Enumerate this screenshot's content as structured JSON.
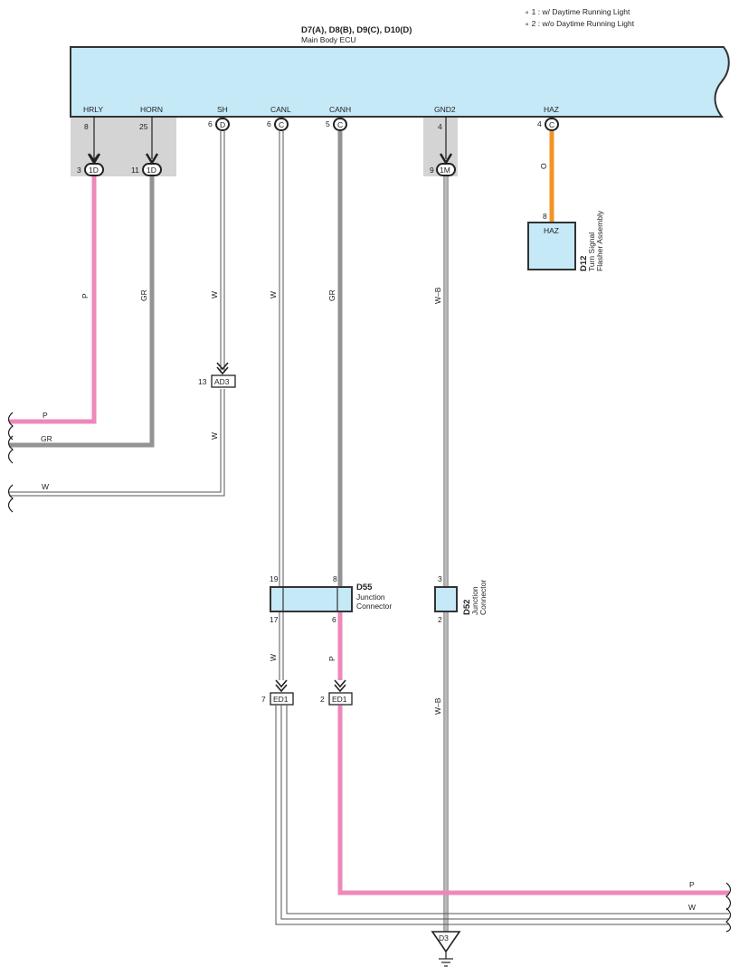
{
  "notes": [
    "∘ 1 : w/ Daytime Running Light",
    "∘ 2 : w/o Daytime Running Light"
  ],
  "ecu": {
    "title": "D7(A), D8(B), D9(C), D10(D)",
    "subtitle": "Main Body ECU",
    "pins": {
      "hrly": {
        "label": "HRLY",
        "num": "8"
      },
      "horn": {
        "label": "HORN",
        "num": "25"
      },
      "sh": {
        "label": "SH",
        "num": "6",
        "conn": "D"
      },
      "canl": {
        "label": "CANL",
        "num": "6",
        "conn": "C"
      },
      "canh": {
        "label": "CANH",
        "num": "5",
        "conn": "C"
      },
      "gnd2": {
        "label": "GND2",
        "num": "4"
      },
      "haz": {
        "label": "HAZ",
        "num": "4",
        "conn": "C"
      }
    }
  },
  "inline": {
    "hrly": {
      "num": "3",
      "name": "1D"
    },
    "horn": {
      "num": "11",
      "name": "1D"
    },
    "gnd2": {
      "num": "9",
      "name": "1M"
    }
  },
  "flasher": {
    "code": "D12",
    "name1": "Turn Signal",
    "name2": "Flasher Assembly",
    "pin_label": "HAZ",
    "pin_num": "8"
  },
  "ad3": {
    "num": "13",
    "name": "AD3"
  },
  "d55": {
    "code": "D55",
    "name1": "Junction",
    "name2": "Connector",
    "pin19": "19",
    "pin8": "8",
    "pin17": "17",
    "pin6": "6"
  },
  "d52": {
    "code": "D52",
    "name1": "Junction",
    "name2": "Connector",
    "pin3": "3",
    "pin2": "2"
  },
  "ed1_left": {
    "num": "7",
    "name": "ED1"
  },
  "ed1_right": {
    "num": "2",
    "name": "ED1"
  },
  "ground": {
    "name": "D3"
  },
  "wires": {
    "p": "P",
    "gr": "GR",
    "w": "W",
    "wb": "W–B",
    "o": "O"
  },
  "colors": {
    "pink": "#ee88bb",
    "gray": "#939393",
    "orange": "#f19426",
    "ecu_fill": "#c6e9f8",
    "shade": "#d4d4d4"
  }
}
